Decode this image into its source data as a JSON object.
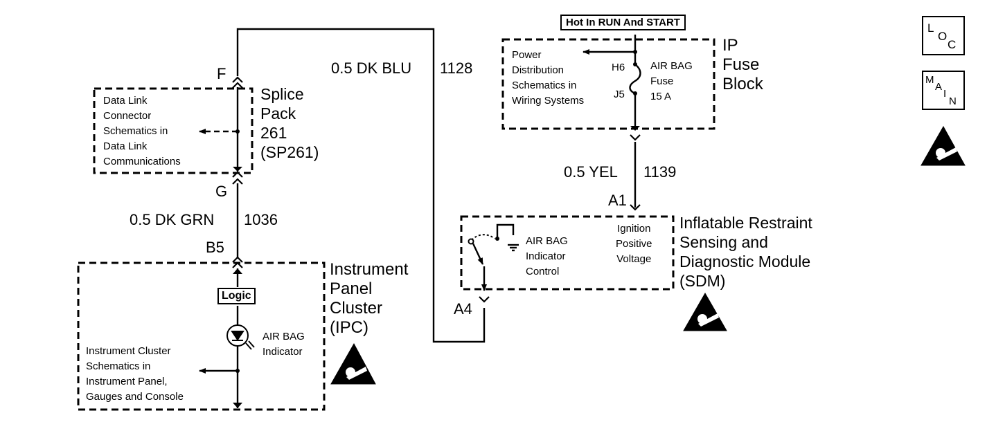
{
  "diagram": {
    "hot_label": "Hot In RUN And START",
    "ip_fuse_block": {
      "name": "IP\nFuse\nBlock",
      "power_dist_ref": "Power\nDistribution\nSchematics in\nWiring Systems",
      "pin_h6": "H6",
      "pin_j5": "J5",
      "fuse_label": "AIR BAG\nFuse\n15 A"
    },
    "wire_blue": {
      "gauge_color": "0.5 DK BLU",
      "circuit": "1128"
    },
    "wire_yellow": {
      "gauge_color": "0.5 YEL",
      "circuit": "1139"
    },
    "wire_green": {
      "gauge_color": "0.5 DK GRN",
      "circuit": "1036"
    },
    "splice_pack": {
      "name": "Splice\nPack\n261\n(SP261)",
      "pin_f": "F",
      "pin_g": "G",
      "dlc_ref": "Data Link\nConnector\nSchematics in\nData Link\nCommunications"
    },
    "ipc": {
      "name": "Instrument\nPanel\nCluster\n(IPC)",
      "pin_b5": "B5",
      "logic_label": "Logic",
      "indicator_label": "AIR BAG\nIndicator",
      "cluster_ref": "Instrument Cluster\nSchematics in\nInstrument Panel,\nGauges and Console"
    },
    "sdm": {
      "name": "Inflatable Restraint\nSensing and\nDiagnostic Module\n(SDM)",
      "pin_a1": "A1",
      "pin_a4": "A4",
      "indicator_control": "AIR BAG\nIndicator\nControl",
      "ignition_label": "Ignition\nPositive\nVoltage"
    }
  },
  "nav_icons": {
    "loc": [
      "L",
      "O",
      "C"
    ],
    "main": [
      "M",
      "A",
      "I",
      "N"
    ],
    "esd": "esd-warning-icon"
  }
}
